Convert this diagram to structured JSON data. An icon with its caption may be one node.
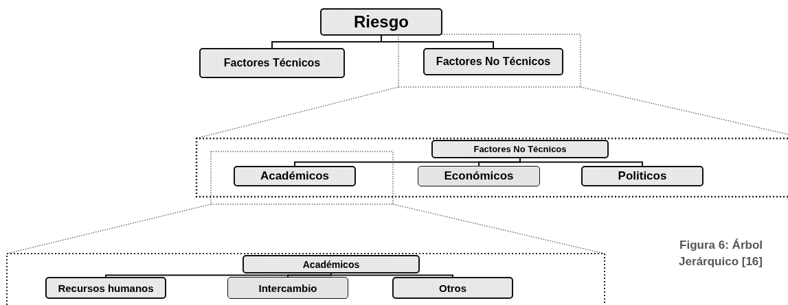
{
  "diagram": {
    "caption": "Figura 6: Árbol Jerárquico [16]",
    "nodes": [
      {
        "text": [
          "Riesgo"
        ]
      },
      {
        "text": [
          "Factores Técnicos"
        ]
      },
      {
        "text": [
          "Factores No Técnicos"
        ]
      },
      {
        "text": [
          "Factores No Técnicos"
        ]
      },
      {
        "text": [
          "Académicos"
        ]
      },
      {
        "text": [
          "Económicos"
        ]
      },
      {
        "text": [
          "Politicos"
        ]
      },
      {
        "text": [
          "Académicos"
        ]
      },
      {
        "text": [
          "Recursos humanos"
        ]
      },
      {
        "text": [
          "Intercambio"
        ]
      },
      {
        "text": [
          "Otros"
        ]
      }
    ],
    "edges": [
      {
        "from": 0,
        "to": 1,
        "arrow": "none"
      },
      {
        "from": 0,
        "to": 2,
        "arrow": "none"
      },
      {
        "from": 3,
        "to": 4,
        "arrow": "none"
      },
      {
        "from": 3,
        "to": 5,
        "arrow": "none"
      },
      {
        "from": 3,
        "to": 6,
        "arrow": "none"
      },
      {
        "from": 7,
        "to": 8,
        "arrow": "none"
      },
      {
        "from": 7,
        "to": 9,
        "arrow": "none"
      },
      {
        "from": 7,
        "to": 10,
        "arrow": "none"
      }
    ]
  }
}
